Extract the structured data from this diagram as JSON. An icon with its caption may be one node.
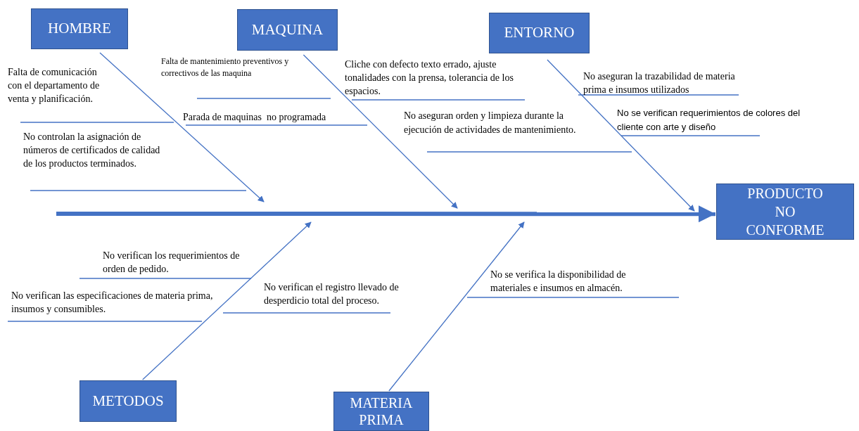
{
  "diagram": {
    "nodes": [
      {
        "text": [
          "HOMBRE"
        ]
      },
      {
        "text": [
          "MAQUINA"
        ]
      },
      {
        "text": [
          "ENTORNO"
        ]
      },
      {
        "text": [
          "PRODUCTO NO CONFORME"
        ]
      },
      {
        "text": [
          "METODOS"
        ]
      },
      {
        "text": [
          "MATERIA PRIMA"
        ]
      }
    ],
    "edges": [
      {
        "from": 0,
        "to": null,
        "arrow": "to"
      },
      {
        "from": 1,
        "to": null,
        "arrow": "to"
      },
      {
        "from": 2,
        "to": null,
        "arrow": "to"
      },
      {
        "from": 4,
        "to": null,
        "arrow": "to"
      },
      {
        "from": 5,
        "to": null,
        "arrow": "to"
      },
      {
        "from": null,
        "to": 3,
        "arrow": "to",
        "style": "thick"
      }
    ],
    "labels": [
      "Falta de comunicación con el departamento de venta y planificación.",
      "Falta de mantenimiento preventivos y correctivos de las maquina",
      "Cliche con defecto texto errado, ajuste tonalidades con la prensa, tolerancia de los espacios.",
      "No aseguran la trazabilidad de materia prima e insumos utilizados",
      "Parada de maquinas  no programada",
      "No aseguran orden y limpieza durante la ejecución de actividades de mantenimiento.",
      "No se verifican requerimientos de colores del cliente con arte y diseño",
      "No controlan la asignación de números de certificados de calidad de los productos terminados.",
      "No verifican los requerimientos de orden de pedido.",
      "No verifican las especificaciones de materia prima, insumos y consumibles.",
      "No verifican el registro llevado de desperdicio total del proceso.",
      "No se verifica la disponibilidad de materiales e insumos en almacén."
    ]
  }
}
